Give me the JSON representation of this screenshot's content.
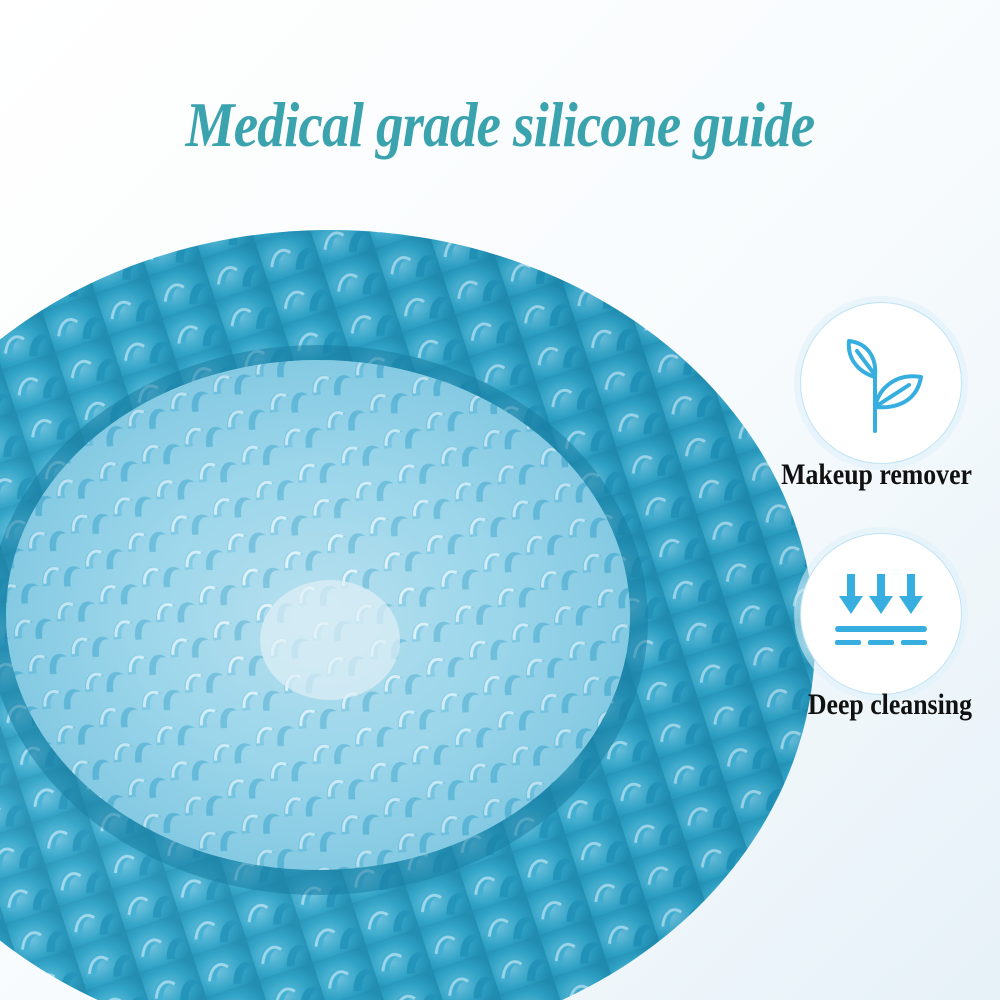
{
  "headline": "Medical grade silicone guide",
  "colors": {
    "headline": "#3aa3ae",
    "silicone_blue": "#2fa3c6",
    "silicone_light": "#8fd0e6",
    "icon_blue": "#36aee0",
    "label": "#111111"
  },
  "features": [
    {
      "icon": "leaf-icon",
      "label": "Makeup remover"
    },
    {
      "icon": "deep-cleansing-arrows-icon",
      "label": "Deep cleansing"
    }
  ]
}
